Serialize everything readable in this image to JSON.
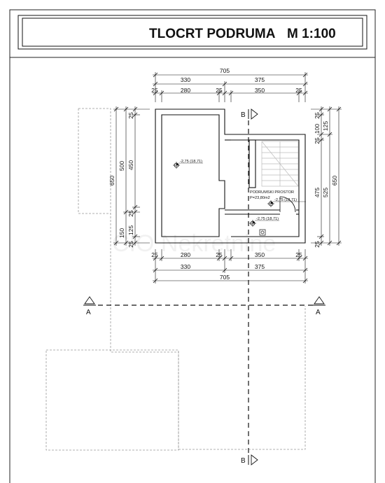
{
  "title": "TLOCRT PODRUMA",
  "scale": "M 1:100",
  "watermark": "CIO Nekretnine",
  "dims": {
    "top_overall": "705",
    "top_left": "330",
    "top_right": "375",
    "top_wall_a": "25",
    "top_room_a": "280",
    "top_wall_b": "25",
    "top_room_b": "350",
    "top_wall_c": "25",
    "bot_wall_a": "25",
    "bot_room_a": "280",
    "bot_wall_b": "25",
    "bot_room_b": "350",
    "bot_wall_c": "25",
    "bot_left": "330",
    "bot_right": "375",
    "bot_overall": "705",
    "left_overall": "650",
    "left_500": "500",
    "left_150": "150",
    "left_25a": "25",
    "left_450": "450",
    "left_25b": "25",
    "left_125": "125",
    "left_25c": "25",
    "right_25a": "25",
    "right_100": "100",
    "right_25b": "25",
    "right_125": "125",
    "right_475": "475",
    "right_525": "525",
    "right_25c": "25",
    "right_overall": "650"
  },
  "levels": {
    "left_room": "-2,75 (18,71)",
    "basement": "-2,75 (18,71)",
    "corridor": "-2,75 (18,71)"
  },
  "room": {
    "name": "PODRUMSKI PROSTOR",
    "area": "P=23,80m2"
  },
  "sections": {
    "a_left": "A",
    "a_right": "A",
    "b_top": "B",
    "b_bottom": "B"
  }
}
